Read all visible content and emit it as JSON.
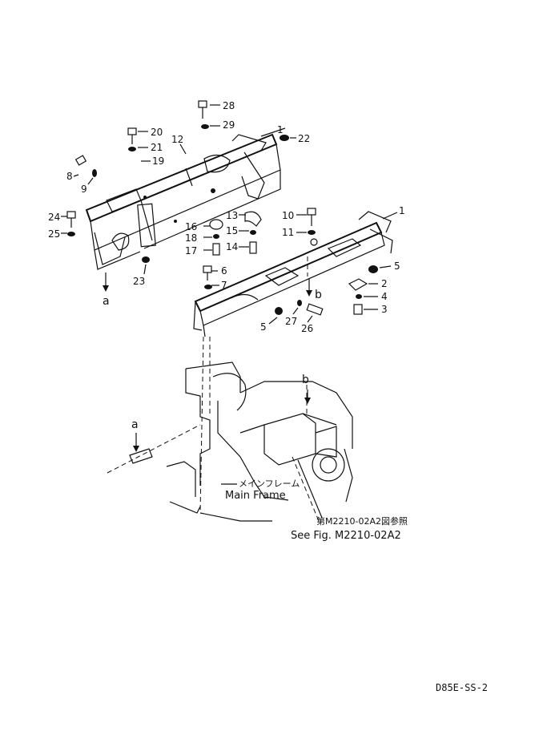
{
  "parts": {
    "p1_top": "1",
    "p1_right": "1",
    "p2": "2",
    "p3": "3",
    "p4": "4",
    "p5_right": "5",
    "p5_bottom": "5",
    "p6": "6",
    "p7": "7",
    "p8": "8",
    "p9": "9",
    "p10": "10",
    "p11": "11",
    "p12": "12",
    "p13": "13",
    "p14": "14",
    "p15": "15",
    "p16": "16",
    "p17": "17",
    "p18": "18",
    "p19": "19",
    "p20": "20",
    "p21": "21",
    "p22": "22",
    "p23": "23",
    "p24": "24",
    "p25": "25",
    "p26": "26",
    "p27": "27",
    "p28": "28",
    "p29": "29"
  },
  "markers": {
    "a_upper": "a",
    "b_upper": "b",
    "a_lower": "a",
    "b_lower": "b"
  },
  "annotations": {
    "main_frame_jp": "メインフレーム",
    "main_frame_en": "Main Frame",
    "see_fig_jp": "第M2210-02A2図参照",
    "see_fig_en": "See Fig. M2210-02A2"
  },
  "footer": {
    "code": "D85E-SS-2"
  }
}
